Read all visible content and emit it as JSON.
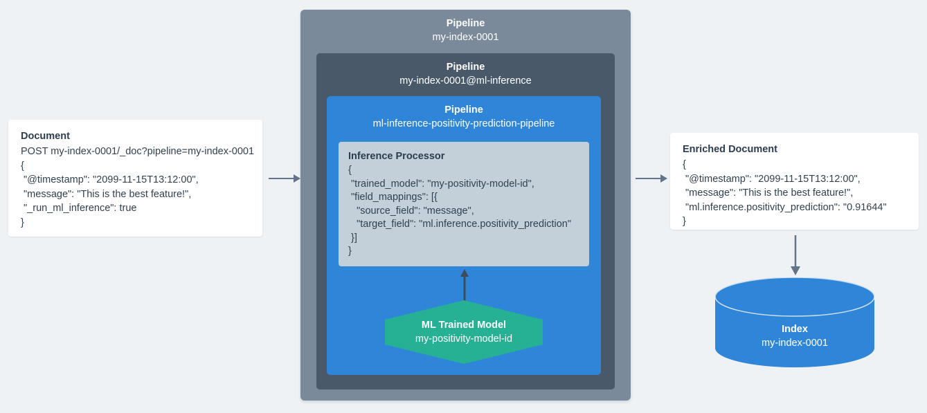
{
  "background_color": "#eef2f5",
  "palette": {
    "outer_pipeline": "#7b8a9b",
    "middle_pipeline": "#49596a",
    "inner_pipeline": "#2f86d8",
    "processor_box": "#c3d0da",
    "trained_model": "#26b195",
    "index_cylinder": "#2f86d8",
    "arrow": "#63748a",
    "card_background": "#ffffff",
    "text_dark": "#2d3c4e"
  },
  "source_document": {
    "title": "Document",
    "lines": [
      "POST my-index-0001/_doc?pipeline=my-index-0001",
      "{",
      " \"@timestamp\": \"2099-11-15T13:12:00\",",
      " \"message\": \"This is the best feature!\",",
      " \"_run_ml_inference\": true",
      "}"
    ]
  },
  "pipelines": {
    "outer": {
      "title": "Pipeline",
      "name": "my-index-0001"
    },
    "middle": {
      "title": "Pipeline",
      "name": "my-index-0001@ml-inference"
    },
    "inner": {
      "title": "Pipeline",
      "name": "ml-inference-positivity-prediction-pipeline"
    }
  },
  "processor": {
    "title": "Inference Processor",
    "lines": [
      "{",
      " \"trained_model\": \"my-positivity-model-id\",",
      " \"field_mappings\": [{",
      "   \"source_field\": \"message\",",
      "   \"target_field\": \"ml.inference.positivity_prediction\"",
      " }]",
      "}"
    ]
  },
  "trained_model": {
    "title": "ML Trained Model",
    "name": "my-positivity-model-id"
  },
  "enriched_document": {
    "title": "Enriched Document",
    "lines": [
      "{",
      " \"@timestamp\": \"2099-11-15T13:12:00\",",
      " \"message\": \"This is the best feature!\",",
      " \"ml.inference.positivity_prediction\": \"0.91644\"",
      "}"
    ]
  },
  "index": {
    "title": "Index",
    "name": "my-index-0001"
  },
  "arrows": [
    {
      "name": "document-to-pipeline",
      "direction": "right"
    },
    {
      "name": "pipeline-to-enriched-document",
      "direction": "right"
    },
    {
      "name": "trained-model-to-processor",
      "direction": "up"
    },
    {
      "name": "enriched-document-to-index",
      "direction": "down"
    }
  ]
}
